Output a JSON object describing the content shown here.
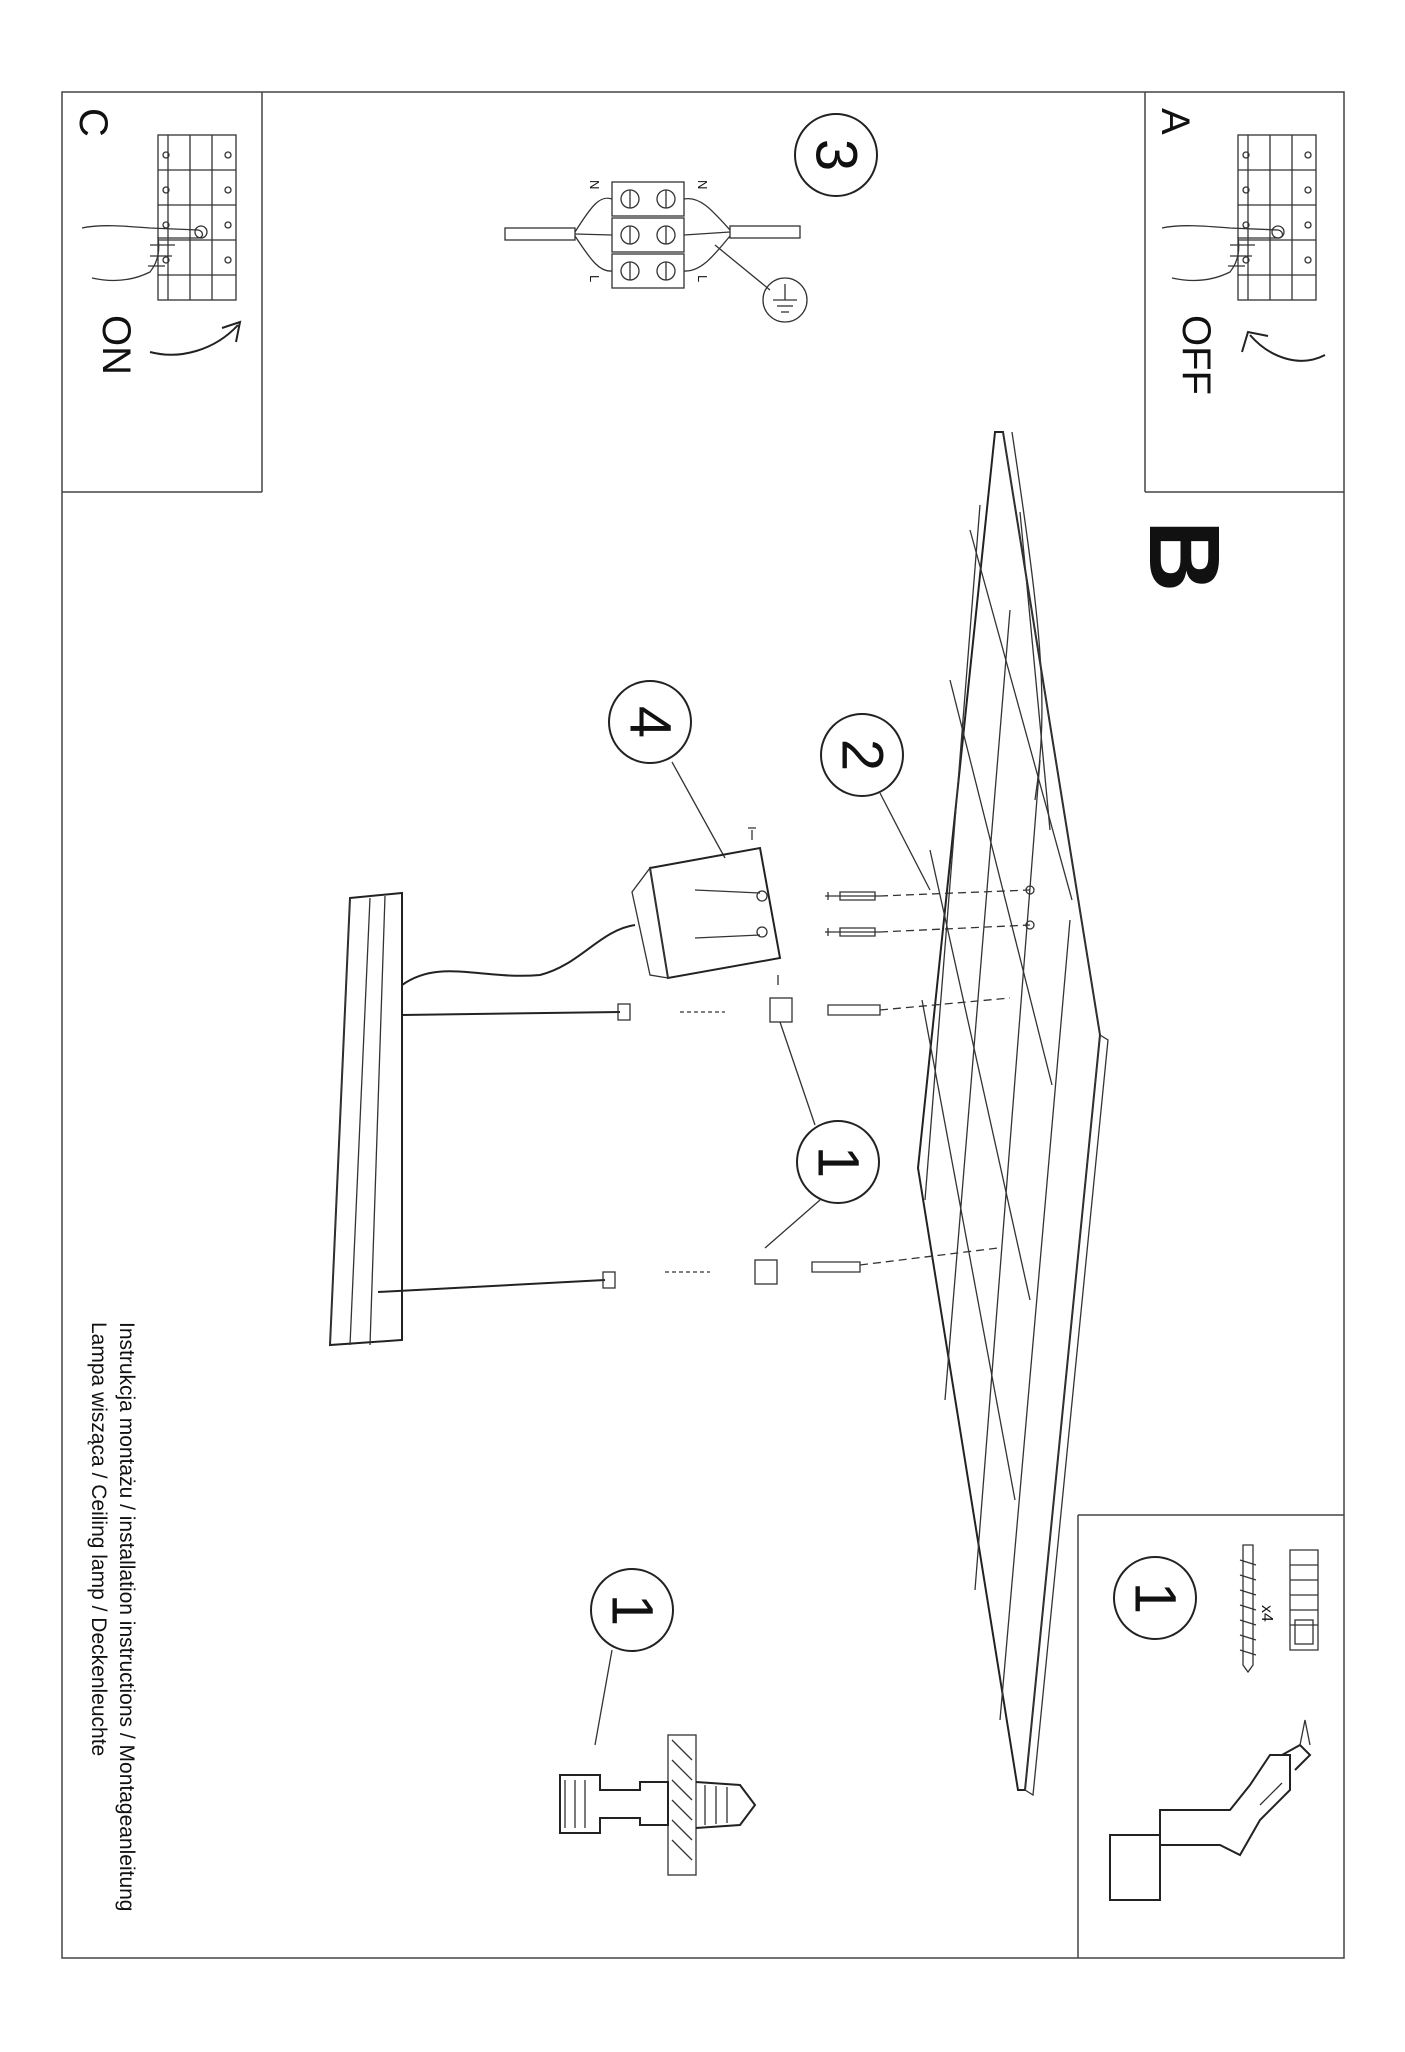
{
  "sheet": {
    "caption_line1": "Instrukcja montażu / installation instructions / Montageanleitung",
    "caption_line2": "Lampa wisząca / Ceiling lamp / Deckenleuchte",
    "panel_a": {
      "letter": "A",
      "state": "OFF"
    },
    "panel_b": {
      "letter": "B"
    },
    "panel_c": {
      "letter": "C",
      "state": "ON"
    },
    "steps": {
      "step1_rod": "1",
      "step1_detail": "1",
      "step1_kit": "1",
      "step2": "2",
      "step3": "3",
      "step4": "4"
    },
    "wiring_labels": {
      "neutral": "N",
      "live": "L"
    },
    "kit_quantity": "x4"
  }
}
